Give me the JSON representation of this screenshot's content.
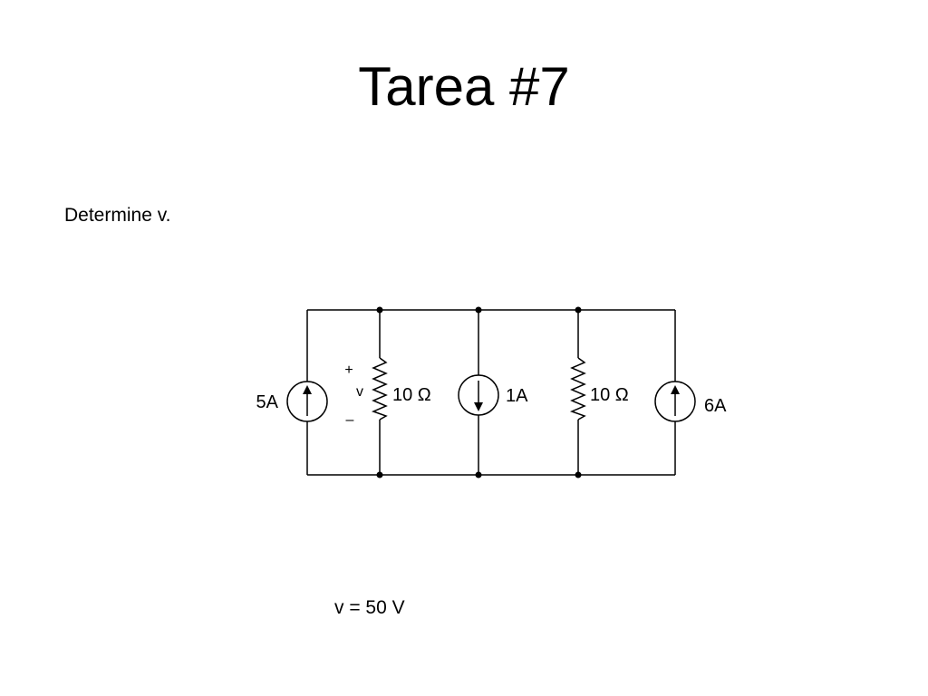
{
  "slide": {
    "title": "Tarea #7",
    "prompt": "Determine v.",
    "answer": "v = 50 V"
  },
  "circuit": {
    "sources": [
      {
        "label": "5A",
        "direction": "up",
        "icon": "arrow-up-icon"
      },
      {
        "label": "1A",
        "direction": "down",
        "icon": "arrow-down-icon"
      },
      {
        "label": "6A",
        "direction": "up",
        "icon": "arrow-up-icon"
      }
    ],
    "resistors": [
      {
        "label": "10 Ω"
      },
      {
        "label": "10 Ω"
      }
    ],
    "voltage": {
      "plus": "+",
      "name": "v",
      "minus": "–"
    }
  }
}
